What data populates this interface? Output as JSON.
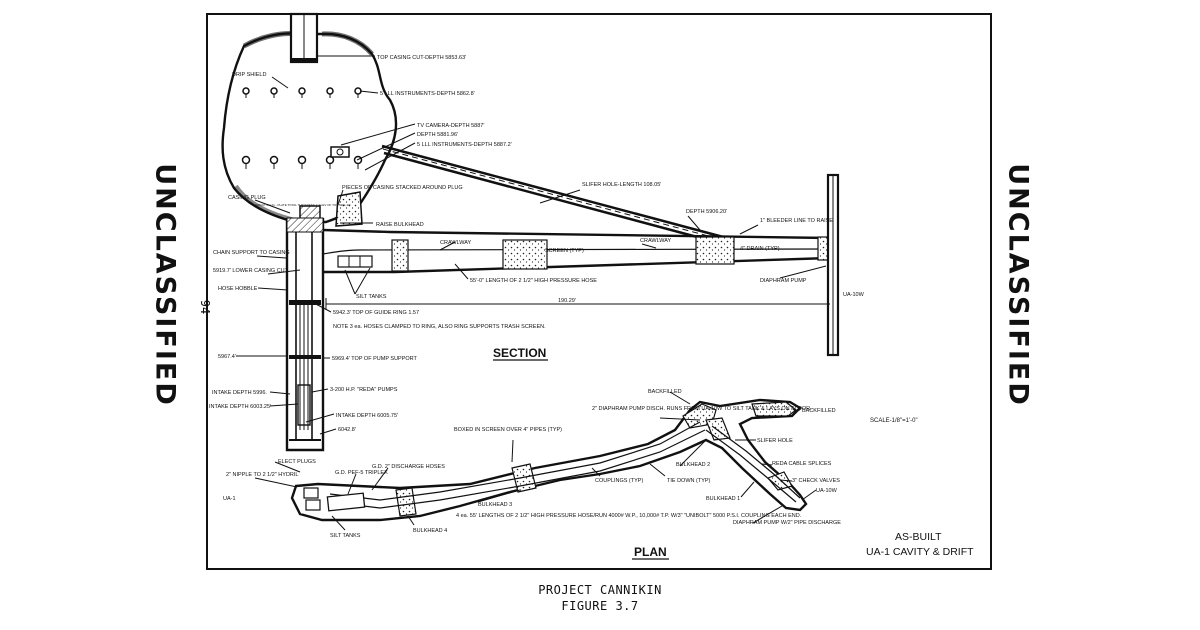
{
  "classification_left": "UNCLASSIFIED",
  "classification_right": "UNCLASSIFIED",
  "page_number": "94",
  "caption": {
    "line1": "PROJECT CANNIKIN",
    "line2": "FIGURE 3.7"
  },
  "section_title": "SECTION",
  "plan_title": "PLAN",
  "scale_note": "SCALE-1/8\"=1'-0\"",
  "as_built": {
    "line1": "AS-BUILT",
    "line2": "UA-1 CAVITY & DRIFT"
  },
  "section_labels": {
    "top_casing": "TOP CASING CUT-DEPTH 5853.63'",
    "drip_shield": "DRIP SHIELD",
    "lll_upper": "5 LLL INSTRUMENTS-DEPTH 5862.8'",
    "tv_camera": "TV CAMERA-DEPTH 5887'",
    "depth_5881": "DEPTH 5881.96'",
    "lll_lower": "5 LLL INSTRUMENTS-DEPTH 5887.2'",
    "casing_plug": "CASING PLUG",
    "casing_plug_note": "GROUT PLUG - PLATE TOTAL THICKNESS 1' ELEV OF TOP 5901.40'",
    "pieces_casing": "PIECES OF CASING STACKED AROUND PLUG",
    "slifer_hole": "SLIFER HOLE-LENGTH 108.05'",
    "depth_5906": "DEPTH 5906.20'",
    "bleeder": "1\" BLEEDER LINE TO RAISE",
    "raise_bulkhead": "RAISE BULKHEAD",
    "crawlway_left": "CRAWLWAY",
    "crawlway_right": "CRAWLWAY",
    "screen": "SCREEN (TYP)",
    "drain": "4\" DRAIN (TYP)",
    "chain_support": "CHAIN SUPPORT TO CASING",
    "lower_casing_cut": "5919.7' LOWER CASING CUT",
    "hose_hobble": "HOSE HOBBLE",
    "silt_tanks": "SILT TANKS",
    "hose_length": "55'-0\" LENGTH OF 2 1/2\" HIGH PRESSURE HOSE",
    "diaphram_pump": "DIAPHRAM PUMP",
    "ua_10w": "UA-10W",
    "dim_190": "190.29'",
    "guide_ring": "5942.3' TOP OF GUIDE RING 1.57",
    "guide_note": "NOTE 3 ea. HOSES CLAMPED TO RING, ALSO RING SUPPORTS TRASH SCREEN.",
    "depth_5967": "5967.4'",
    "pump_support": "5969.4' TOP OF PUMP SUPPORT",
    "intake_5996": "INTAKE DEPTH 5996.",
    "reda_pumps": "3-200 H.P. \"REDA\" PUMPS",
    "intake_6003": "INTAKE DEPTH 6003.25'",
    "intake_6005": "INTAKE DEPTH 6005.75'",
    "depth_6042": "6042.8'"
  },
  "plan_labels": {
    "elect_plugs": "ELECT PLUGS",
    "nipple": "2\" NIPPLE TO 2 1/2\" HYDRIL",
    "ua_1": "UA-1",
    "gd_pef": "G.D. PEF-5 TRIPLEX",
    "gd_discharge": "G.D. 2\" DISCHARGE HOSES",
    "silt_tanks": "SILT TANKS",
    "bulkhead_4": "BULKHEAD 4",
    "bulkhead_3": "BULKHEAD 3",
    "boxed_screen": "BOXED IN SCREEN OVER 4\" PIPES (TYP)",
    "lengths_note": "4 ea. 55' LENGTHS OF 2 1/2\" HIGH PRESSURE HOSE/RUN 4000# W.P., 10,000# T.P. W/3\" \"UNIBOLT\" 5000 P.S.I. COUPLING EACH END.",
    "couplings": "COUPLINGS (TYP)",
    "tie_down": "TIE DOWN (TYP)",
    "bulkhead_2": "BULKHEAD 2",
    "backfilled_left": "BACKFILLED",
    "pump_disch": "2\" DIAPHRAM PUMP DISCH. RUNS FROM UA-10W TO SILT TANK & LAYS ON FLOOR.",
    "backfilled_right": "BACKFILLED",
    "slifer_hole": "SLIFER HOLE",
    "reda_splices": "REDA CABLE SPLICES",
    "check_valves": "3\" CHECK VALVES",
    "bulkhead_1": "BULKHEAD 1",
    "ua_10w": "UA-10W",
    "diaphram_pump": "DIAPHRAM PUMP W/2\" PIPE DISCHARGE"
  }
}
